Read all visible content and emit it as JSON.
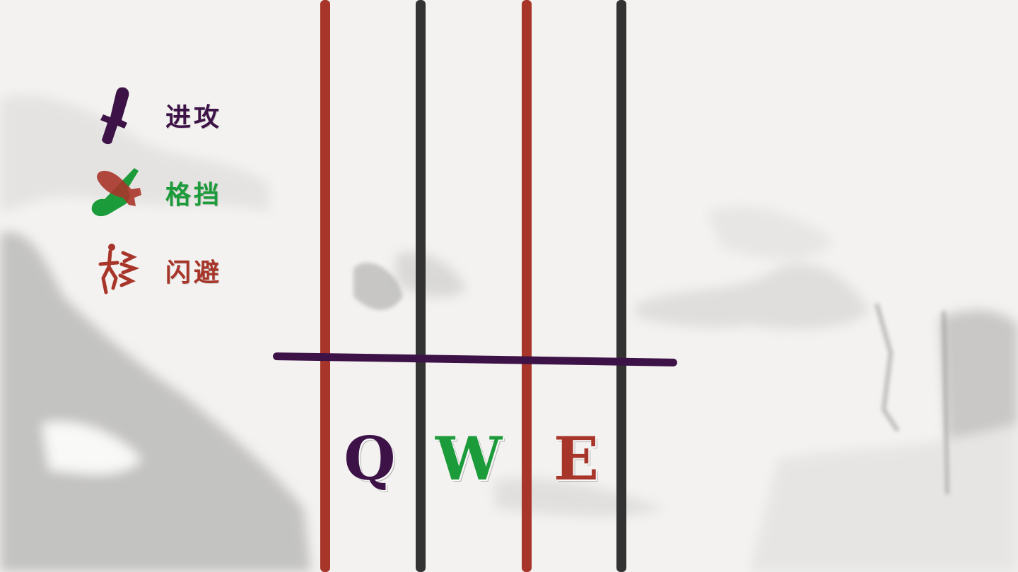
{
  "legend": [
    {
      "icon": "sword-icon",
      "label": "进攻",
      "color": "#3d1347"
    },
    {
      "icon": "shield-sword-icon",
      "label": "格挡",
      "color": "#1c9b3a"
    },
    {
      "icon": "dodge-figure-icon",
      "label": "闪避",
      "color": "#a8352a"
    }
  ],
  "keys": [
    {
      "label": "Q",
      "color": "#3d1347"
    },
    {
      "label": "W",
      "color": "#1c9b3a"
    },
    {
      "label": "E",
      "color": "#a8352a"
    }
  ],
  "colors": {
    "red_lane": "#a8352a",
    "dark_lane": "#333333",
    "hit_line": "#3d1347"
  }
}
